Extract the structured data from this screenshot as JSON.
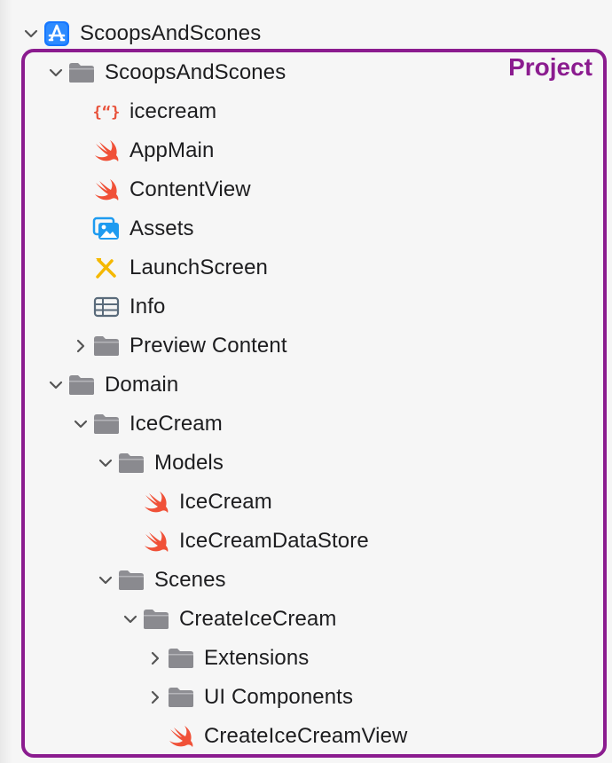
{
  "annotation": {
    "label": "Project",
    "color": "#8b1c8f"
  },
  "colors": {
    "folder": "#8e8e93",
    "swift": "#f05138",
    "json": "#e8513a",
    "assets": "#1e9bf0",
    "storyboard": "#f5b800",
    "plist": "#5a6b7b",
    "xcodeproj": "#1677ff"
  },
  "tree": [
    {
      "label": "ScoopsAndScones",
      "icon": "xcodeproj-icon",
      "depth": 0,
      "chevron": "expanded"
    },
    {
      "label": "ScoopsAndScones",
      "icon": "folder-icon",
      "depth": 1,
      "chevron": "expanded"
    },
    {
      "label": "icecream",
      "icon": "json-icon",
      "depth": 2,
      "chevron": "none"
    },
    {
      "label": "AppMain",
      "icon": "swift-icon",
      "depth": 2,
      "chevron": "none"
    },
    {
      "label": "ContentView",
      "icon": "swift-icon",
      "depth": 2,
      "chevron": "none"
    },
    {
      "label": "Assets",
      "icon": "assets-icon",
      "depth": 2,
      "chevron": "none"
    },
    {
      "label": "LaunchScreen",
      "icon": "storyboard-icon",
      "depth": 2,
      "chevron": "none"
    },
    {
      "label": "Info",
      "icon": "plist-icon",
      "depth": 2,
      "chevron": "none"
    },
    {
      "label": "Preview Content",
      "icon": "folder-icon",
      "depth": 2,
      "chevron": "collapsed"
    },
    {
      "label": "Domain",
      "icon": "folder-icon",
      "depth": 1,
      "chevron": "expanded"
    },
    {
      "label": "IceCream",
      "icon": "folder-icon",
      "depth": 2,
      "chevron": "expanded"
    },
    {
      "label": "Models",
      "icon": "folder-icon",
      "depth": 3,
      "chevron": "expanded"
    },
    {
      "label": "IceCream",
      "icon": "swift-icon",
      "depth": 4,
      "chevron": "none"
    },
    {
      "label": "IceCreamDataStore",
      "icon": "swift-icon",
      "depth": 4,
      "chevron": "none"
    },
    {
      "label": "Scenes",
      "icon": "folder-icon",
      "depth": 3,
      "chevron": "expanded"
    },
    {
      "label": "CreateIceCream",
      "icon": "folder-icon",
      "depth": 4,
      "chevron": "expanded"
    },
    {
      "label": "Extensions",
      "icon": "folder-icon",
      "depth": 5,
      "chevron": "collapsed"
    },
    {
      "label": "UI Components",
      "icon": "folder-icon",
      "depth": 5,
      "chevron": "collapsed"
    },
    {
      "label": "CreateIceCreamView",
      "icon": "swift-icon",
      "depth": 5,
      "chevron": "none"
    }
  ]
}
